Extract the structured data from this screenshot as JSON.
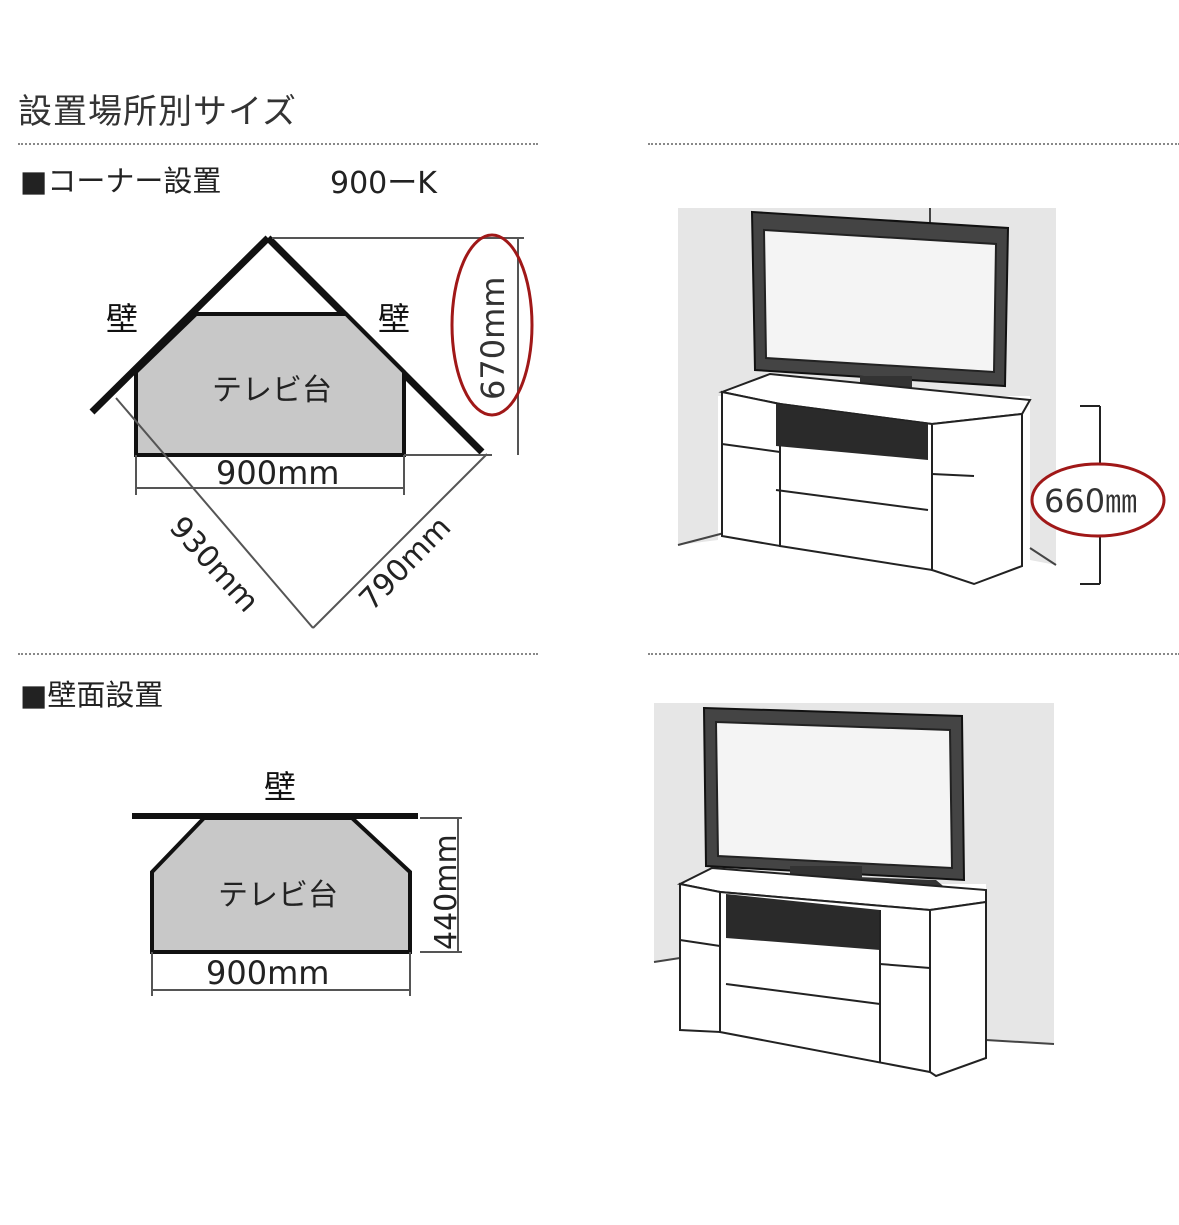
{
  "header": {
    "title": "設置場所別サイズ"
  },
  "corner": {
    "section_label": "■コーナー設置",
    "model": "900ーK",
    "wall_left": "壁",
    "wall_right": "壁",
    "unit_label": "テレビ台",
    "width": "900mm",
    "depth_highlight": "670mm",
    "diag_left": "930mm",
    "diag_right": "790mm",
    "height_highlight": "660㎜"
  },
  "wall": {
    "section_label": "■壁面設置",
    "wall_label": "壁",
    "unit_label": "テレビ台",
    "width": "900mm",
    "depth": "440mm"
  },
  "colors": {
    "highlight": "#a01818",
    "unit_fill": "#c8c8c8",
    "room": "#e6e6e6"
  }
}
